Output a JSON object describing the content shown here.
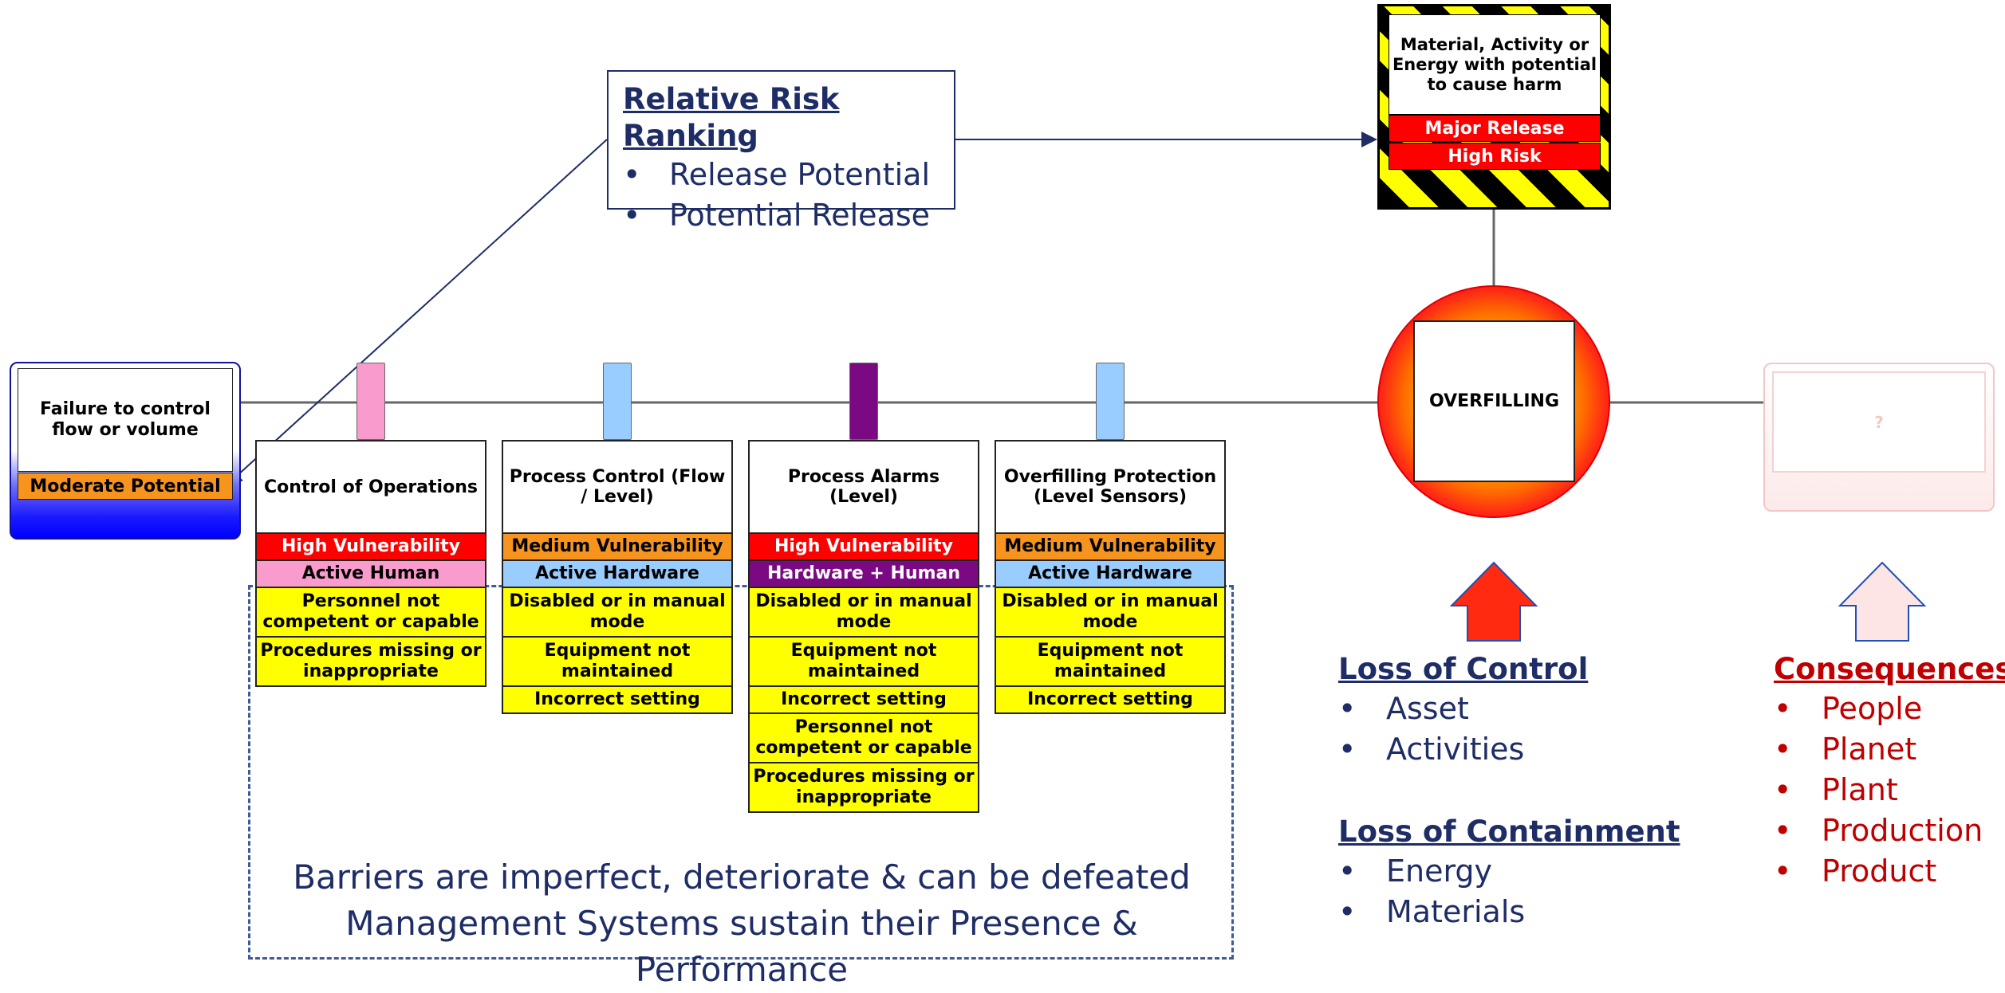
{
  "threat": {
    "label": "Failure to control flow or volume",
    "potential": "Moderate Potential"
  },
  "risk_ranking": {
    "title": "Relative Risk Ranking",
    "items": [
      "Release Potential",
      "Potential Release"
    ],
    "bullet": "•"
  },
  "hazard": {
    "label": "Material, Activity or Energy with potential to cause harm",
    "release": "Major Release",
    "risk": "High Risk"
  },
  "top_event": {
    "label": "OVERFILLING"
  },
  "consequence_box": {
    "label": "?"
  },
  "barriers": [
    {
      "title": "Control of Operations",
      "vulnerability": "High Vulnerability",
      "type": "Active Human",
      "degradation": [
        "Personnel not competent or capable",
        "Procedures missing or inappropriate"
      ]
    },
    {
      "title": "Process Control (Flow / Level)",
      "vulnerability": "Medium Vulnerability",
      "type": "Active Hardware",
      "degradation": [
        "Disabled or in manual mode",
        "Equipment not maintained",
        "Incorrect setting"
      ]
    },
    {
      "title": "Process Alarms (Level)",
      "vulnerability": "High Vulnerability",
      "type": "Hardware + Human",
      "degradation": [
        "Disabled or in manual mode",
        "Equipment not maintained",
        "Incorrect setting",
        "Personnel not competent or capable",
        "Procedures missing or inappropriate"
      ]
    },
    {
      "title": "Overfilling Protection (Level Sensors)",
      "vulnerability": "Medium Vulnerability",
      "type": "Active Hardware",
      "degradation": [
        "Disabled or in manual mode",
        "Equipment not maintained",
        "Incorrect setting"
      ]
    }
  ],
  "barrier_message": {
    "line1": "Barriers are imperfect, deteriorate & can be defeated",
    "line2": "Management Systems sustain their Presence & Performance"
  },
  "loss_of_control": {
    "title": "Loss of Control",
    "items": [
      "Asset",
      "Activities"
    ]
  },
  "loss_of_containment": {
    "title": "Loss of Containment",
    "items": [
      "Energy",
      "Materials"
    ]
  },
  "consequences": {
    "title": "Consequences",
    "items": [
      "People",
      "Planet",
      "Plant",
      "Production",
      "Product"
    ]
  },
  "colors": {
    "high_vulnerability": "#ff0000",
    "medium_vulnerability": "#f7941d",
    "active_human": "#f99bcc",
    "active_hardware": "#99ccff",
    "hardware_human": "#7b0a82",
    "degradation_factor": "#ffff00",
    "text_blue": "#1f2d66",
    "text_red": "#c00000"
  }
}
